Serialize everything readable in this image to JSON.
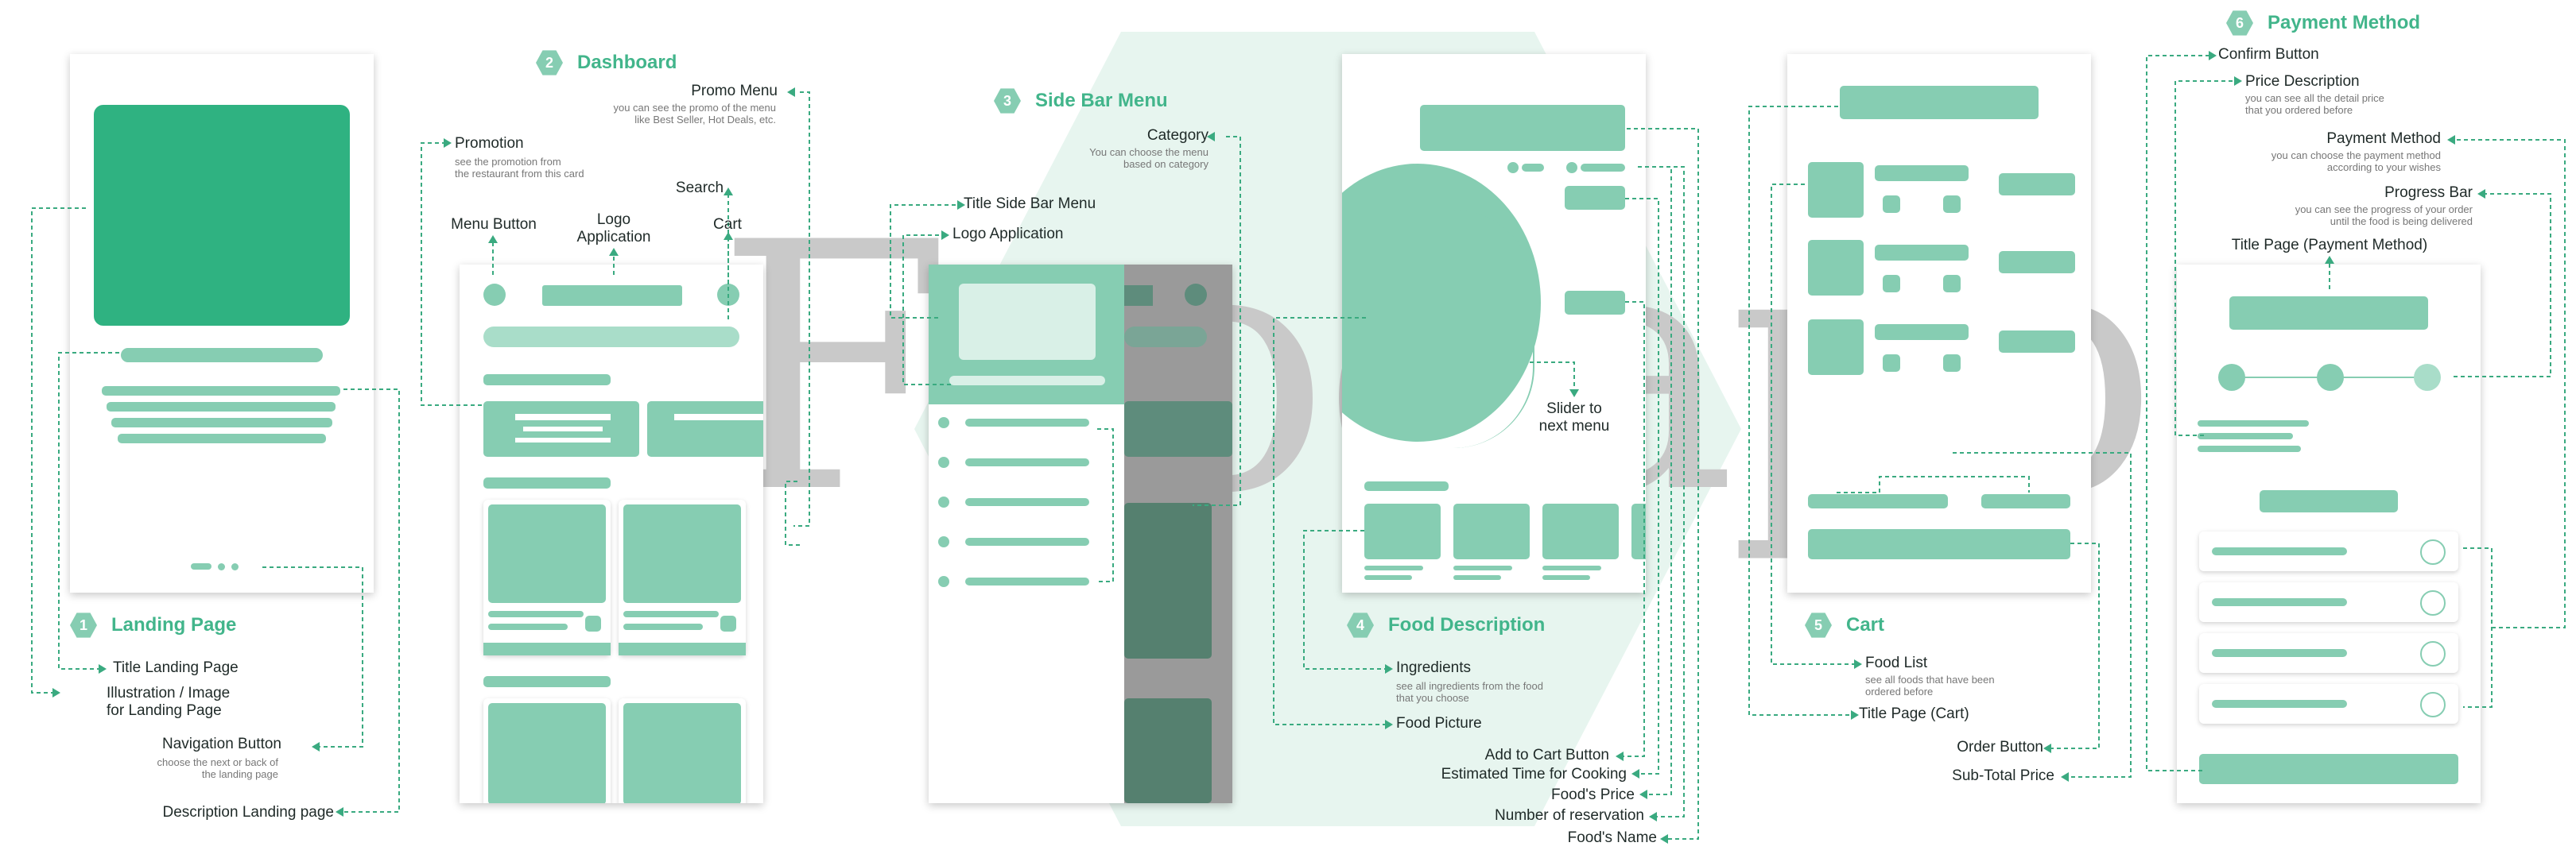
{
  "watermark": "Foodapp",
  "colors": {
    "accent": "#2fb281",
    "light": "#86cdb2",
    "line": "#3aaa80",
    "bg_hex": "#e7f5ef"
  },
  "sections": [
    {
      "num": "1",
      "title": "Landing Page"
    },
    {
      "num": "2",
      "title": "Dashboard"
    },
    {
      "num": "3",
      "title": "Side Bar Menu"
    },
    {
      "num": "4",
      "title": "Food Description"
    },
    {
      "num": "5",
      "title": "Cart"
    },
    {
      "num": "6",
      "title": "Payment Method"
    }
  ],
  "landing": {
    "title_landing": "Title Landing Page",
    "illustration": "Illustration / Image\nfor Landing Page",
    "navigation": "Navigation Button",
    "navigation_sub": "choose the next or back of\nthe landing page",
    "description": "Description Landing page"
  },
  "dashboard": {
    "promo_menu": "Promo Menu",
    "promo_menu_sub": "you can see the promo of the menu\nlike Best Seller, Hot Deals, etc.",
    "promotion": "Promotion",
    "promotion_sub": "see the promotion from\nthe restaurant from this card",
    "search": "Search",
    "menu_button": "Menu Button",
    "logo": "Logo\nApplication",
    "cart": "Cart"
  },
  "sidebar": {
    "category": "Category",
    "category_sub": "You can choose the menu\nbased on category",
    "title_side": "Title Side Bar Menu",
    "logo": "Logo Application"
  },
  "food": {
    "slider": "Slider to\nnext menu",
    "ingredients": "Ingredients",
    "ingredients_sub": "see all ingredients from the food\nthat you choose",
    "picture": "Food Picture",
    "add_cart": "Add to Cart Button",
    "estimated": "Estimated Time for Cooking",
    "price": "Food's Price",
    "reservation": "Number of reservation",
    "name": "Food's Name"
  },
  "cart": {
    "food_list": "Food List",
    "food_list_sub": "see all foods that have been\nordered before",
    "title": "Title Page (Cart)",
    "order_button": "Order Button",
    "subtotal": "Sub-Total Price"
  },
  "payment": {
    "confirm": "Confirm Button",
    "price_desc": "Price Description",
    "price_desc_sub": "you can see all the detail price\nthat you ordered before",
    "method": "Payment Method",
    "method_sub": "you can choose the payment method\naccording to your wishes",
    "progress": "Progress Bar",
    "progress_sub": "you can see the progress of your order\nuntil the food is being delivered",
    "title": "Title Page (Payment Method)"
  }
}
